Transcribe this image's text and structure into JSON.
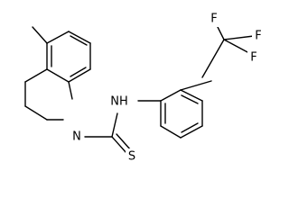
{
  "structure": {
    "atoms": [
      {
        "id": "n1",
        "label": "N"
      },
      {
        "id": "nh",
        "label": "NH"
      },
      {
        "id": "s",
        "label": "S"
      },
      {
        "id": "f1",
        "label": "F"
      },
      {
        "id": "f2",
        "label": "F"
      },
      {
        "id": "f3",
        "label": "F"
      }
    ]
  }
}
